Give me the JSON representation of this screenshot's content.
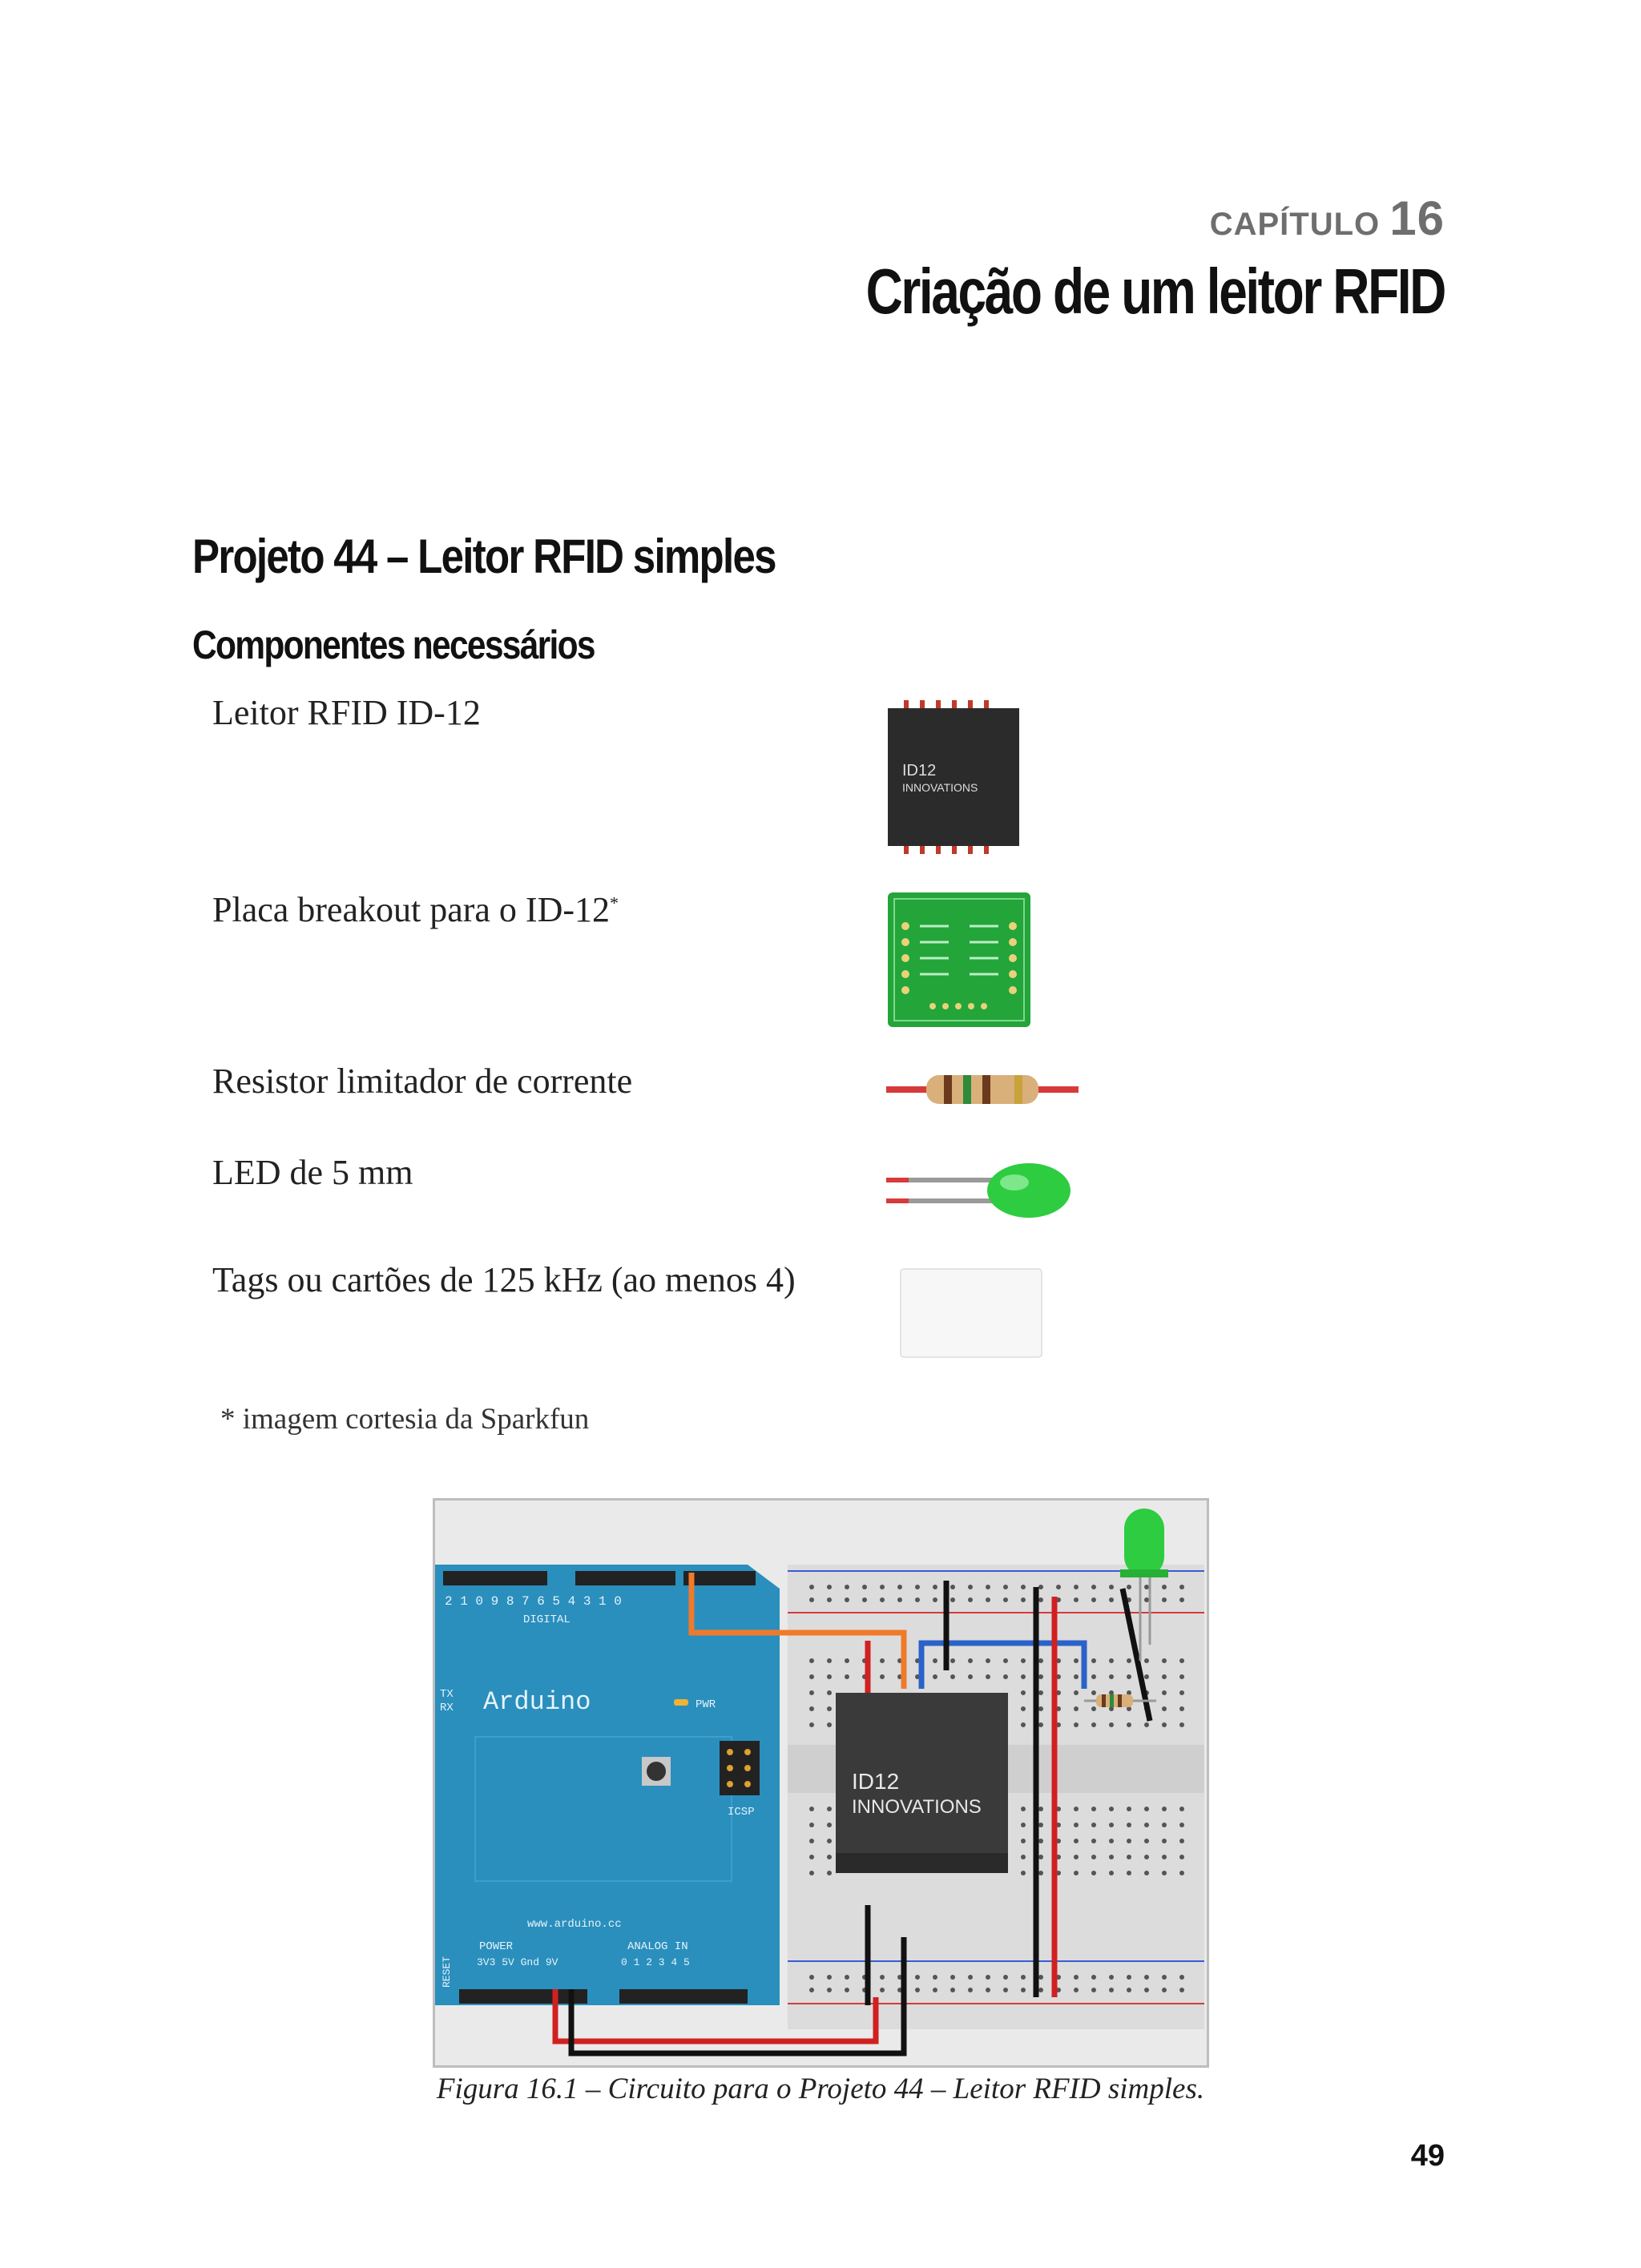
{
  "chapter": {
    "label": "CAPÍTULO",
    "number": "16",
    "title": "Criação de um leitor RFID"
  },
  "section": {
    "title": "Projeto 44 – Leitor RFID simples"
  },
  "components": {
    "heading": "Componentes necessários",
    "items": [
      {
        "label": "Leitor RFID ID-12",
        "mark": "",
        "icon": "rfid-reader-chip-icon",
        "chip_text": [
          "ID12",
          "INNOVATIONS"
        ]
      },
      {
        "label": "Placa breakout para o ID-12",
        "mark": "*",
        "icon": "breakout-board-icon"
      },
      {
        "label": "Resistor limitador de corrente",
        "mark": "",
        "icon": "resistor-icon"
      },
      {
        "label": "LED de 5 mm",
        "mark": "",
        "icon": "green-led-icon"
      },
      {
        "label": "Tags ou cartões de 125 kHz (ao menos 4)",
        "mark": "",
        "icon": "rfid-card-icon"
      }
    ]
  },
  "footnote": "* imagem cortesia da Sparkfun",
  "figure": {
    "board_name": "Arduino",
    "board_url": "www.arduino.cc",
    "pin_labels": {
      "digital_top": "2 1 0 9 8   7 6 5 4 3   1 0",
      "digital": "DIGITAL",
      "tx": "TX",
      "rx": "RX",
      "pwr": "PWR",
      "icsp": "ICSP",
      "reset": "RESET",
      "power": "POWER",
      "analog_in": "ANALOG IN",
      "power_pins": "3V3 5V Gnd 9V",
      "analog_pins": "0 1 2 3 4 5"
    },
    "chip_text": [
      "ID12",
      "INNOVATIONS"
    ],
    "colors": {
      "arduino": "#2a8fbd",
      "wire_red": "#d12020",
      "wire_black": "#111111",
      "wire_blue": "#2a62c9",
      "wire_orange": "#f07a2a",
      "led": "#2ecc40"
    }
  },
  "caption": "Figura 16.1 – Circuito para o Projeto 44 – Leitor RFID simples.",
  "page_number": "49"
}
